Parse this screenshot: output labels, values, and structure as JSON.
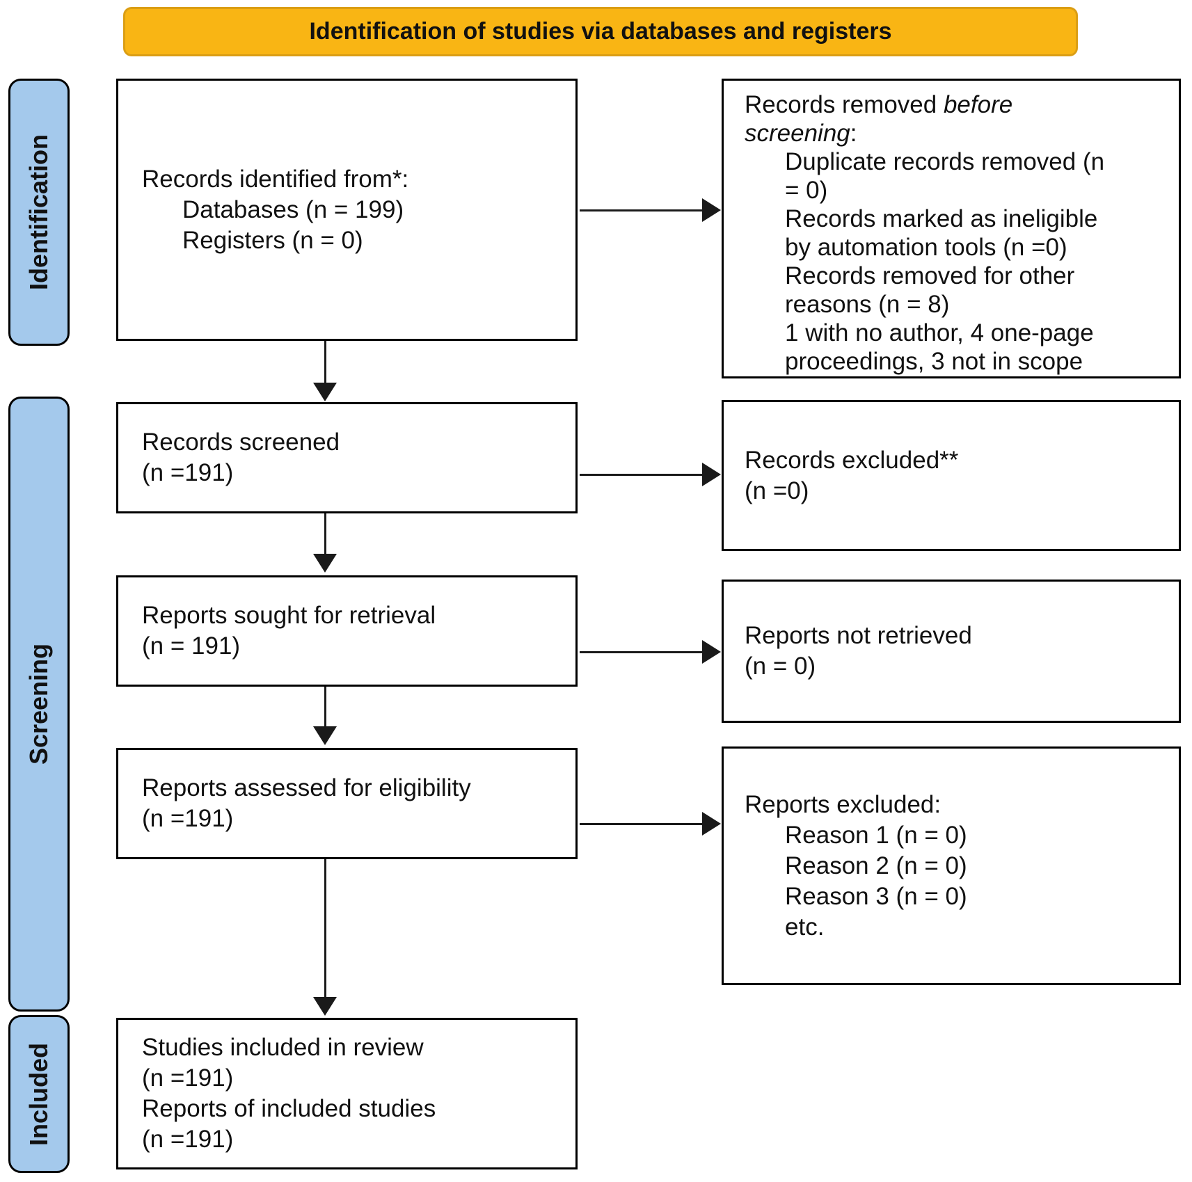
{
  "header": {
    "title": "Identification of studies via databases and registers"
  },
  "stages": {
    "identification": "Identification",
    "screening": "Screening",
    "included": "Included"
  },
  "boxes": {
    "records_identified": {
      "title": "Records identified from*:",
      "items": [
        "Databases (n = 199)",
        "Registers (n = 0)"
      ]
    },
    "records_removed": {
      "title_prefix": "Records removed ",
      "title_italic": "before screening",
      "title_suffix": ":",
      "items": [
        "Duplicate records removed (n = 0)",
        "Records marked as ineligible by automation tools (n =0)",
        "Records removed for other reasons (n = 8)",
        "1 with no author, 4 one-page proceedings, 3 not in scope"
      ]
    },
    "records_screened": {
      "lines": [
        "Records screened",
        "(n =191)"
      ]
    },
    "records_excluded": {
      "lines": [
        "Records excluded**",
        "(n =0)"
      ]
    },
    "reports_sought": {
      "lines": [
        "Reports sought for retrieval",
        "(n = 191)"
      ]
    },
    "reports_not_retrieved": {
      "lines": [
        "Reports not retrieved",
        "(n = 0)"
      ]
    },
    "reports_assessed": {
      "lines": [
        "Reports assessed for eligibility",
        "(n =191)"
      ]
    },
    "reports_excluded": {
      "title": "Reports excluded:",
      "items": [
        "Reason 1 (n = 0)",
        "Reason 2 (n = 0)",
        "Reason 3 (n = 0)",
        "etc."
      ]
    },
    "studies_included": {
      "lines": [
        "Studies included in review",
        "(n =191)",
        "Reports of included studies",
        "(n =191)"
      ]
    }
  },
  "colors": {
    "banner_fill": "#F9B514",
    "banner_border": "#DB9E14",
    "stage_fill": "#A4C9EC",
    "box_border": "#000000"
  }
}
